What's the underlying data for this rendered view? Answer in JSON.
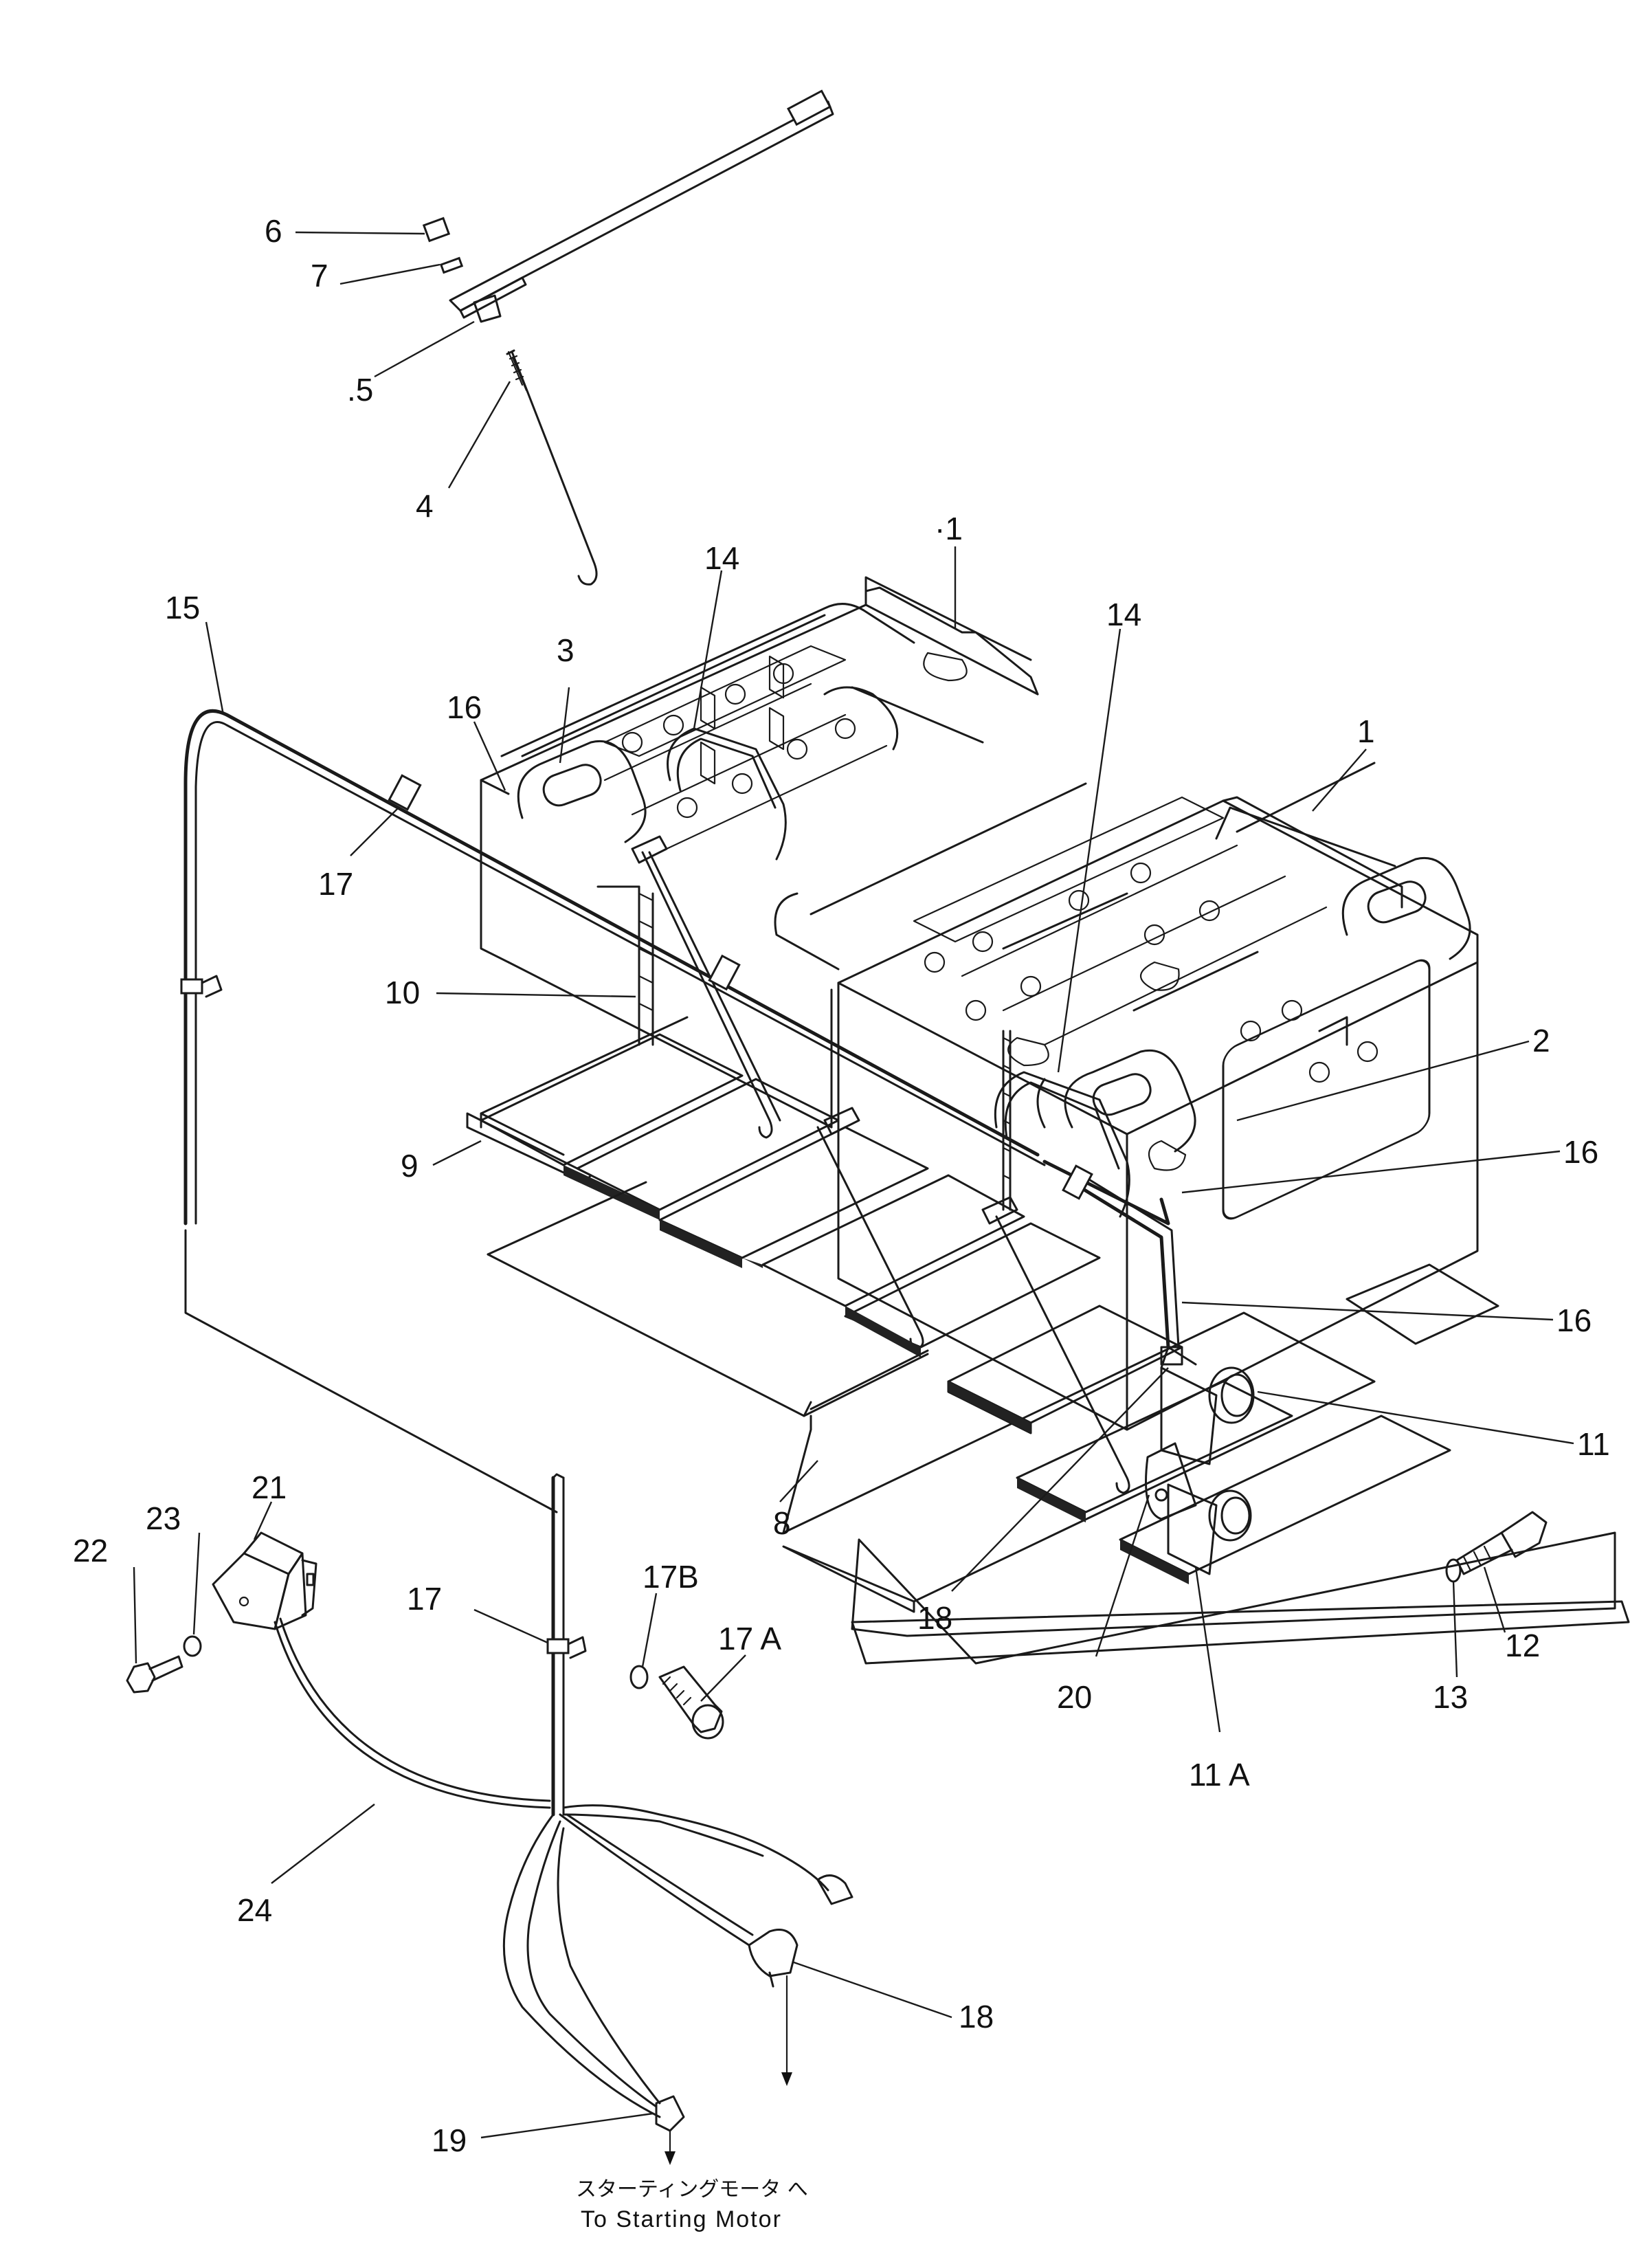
{
  "diagram": {
    "labels": [
      {
        "id": "6",
        "text": "6"
      },
      {
        "id": "7",
        "text": "7"
      },
      {
        "id": "5",
        "text": ".5"
      },
      {
        "id": "4",
        "text": "4"
      },
      {
        "id": "1a",
        "text": "·1"
      },
      {
        "id": "14a",
        "text": "14"
      },
      {
        "id": "14b",
        "text": "14"
      },
      {
        "id": "15",
        "text": "15"
      },
      {
        "id": "3",
        "text": "3"
      },
      {
        "id": "16a",
        "text": "16"
      },
      {
        "id": "1b",
        "text": "1"
      },
      {
        "id": "17a",
        "text": "17"
      },
      {
        "id": "10",
        "text": "10"
      },
      {
        "id": "2",
        "text": "2"
      },
      {
        "id": "9",
        "text": "9"
      },
      {
        "id": "16b",
        "text": "16"
      },
      {
        "id": "16c",
        "text": "16"
      },
      {
        "id": "11",
        "text": "11"
      },
      {
        "id": "21",
        "text": "21"
      },
      {
        "id": "23",
        "text": "23"
      },
      {
        "id": "22",
        "text": "22"
      },
      {
        "id": "8",
        "text": "8"
      },
      {
        "id": "17B",
        "text": "17B"
      },
      {
        "id": "17A",
        "text": "17 A"
      },
      {
        "id": "17b",
        "text": "17"
      },
      {
        "id": "18a",
        "text": "18"
      },
      {
        "id": "20",
        "text": "20"
      },
      {
        "id": "13",
        "text": "13"
      },
      {
        "id": "12",
        "text": "12"
      },
      {
        "id": "11A",
        "text": "11 A"
      },
      {
        "id": "24",
        "text": "24"
      },
      {
        "id": "18b",
        "text": "18"
      },
      {
        "id": "19",
        "text": "19"
      }
    ],
    "caption_jp": "スターティングモータ へ",
    "caption_en": "To Starting Motor"
  }
}
